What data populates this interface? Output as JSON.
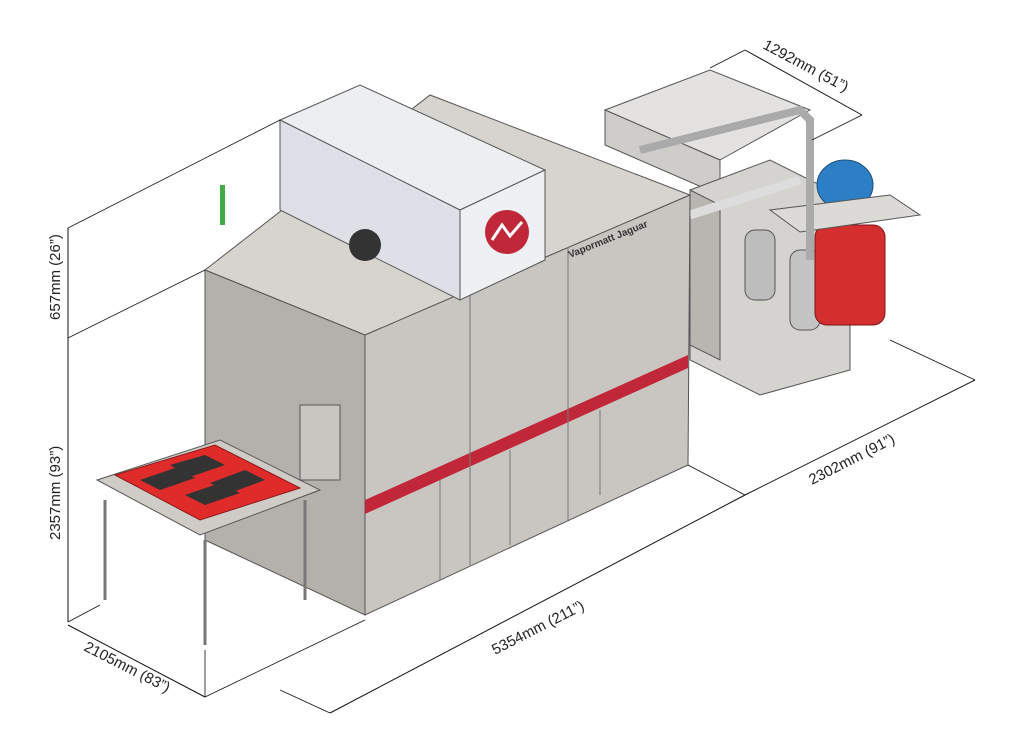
{
  "title": "Vapormatt Jaguar machine dimensions",
  "machine_label": "Vapormatt Jaguar",
  "dimensions": {
    "hood_depth": "1292mm (51”)",
    "hood_height": "657mm (26”)",
    "machine_height": "2357mm (93”)",
    "machine_width": "2105mm (83”)",
    "machine_length": "5354mm (211”)",
    "ancillary_length": "2302mm (91”)"
  },
  "colors": {
    "accent_red": "#c0283a",
    "body_grey": "#c9c6c2",
    "tray_red": "#e02b2b",
    "tank_blue": "#2c7fc4"
  }
}
